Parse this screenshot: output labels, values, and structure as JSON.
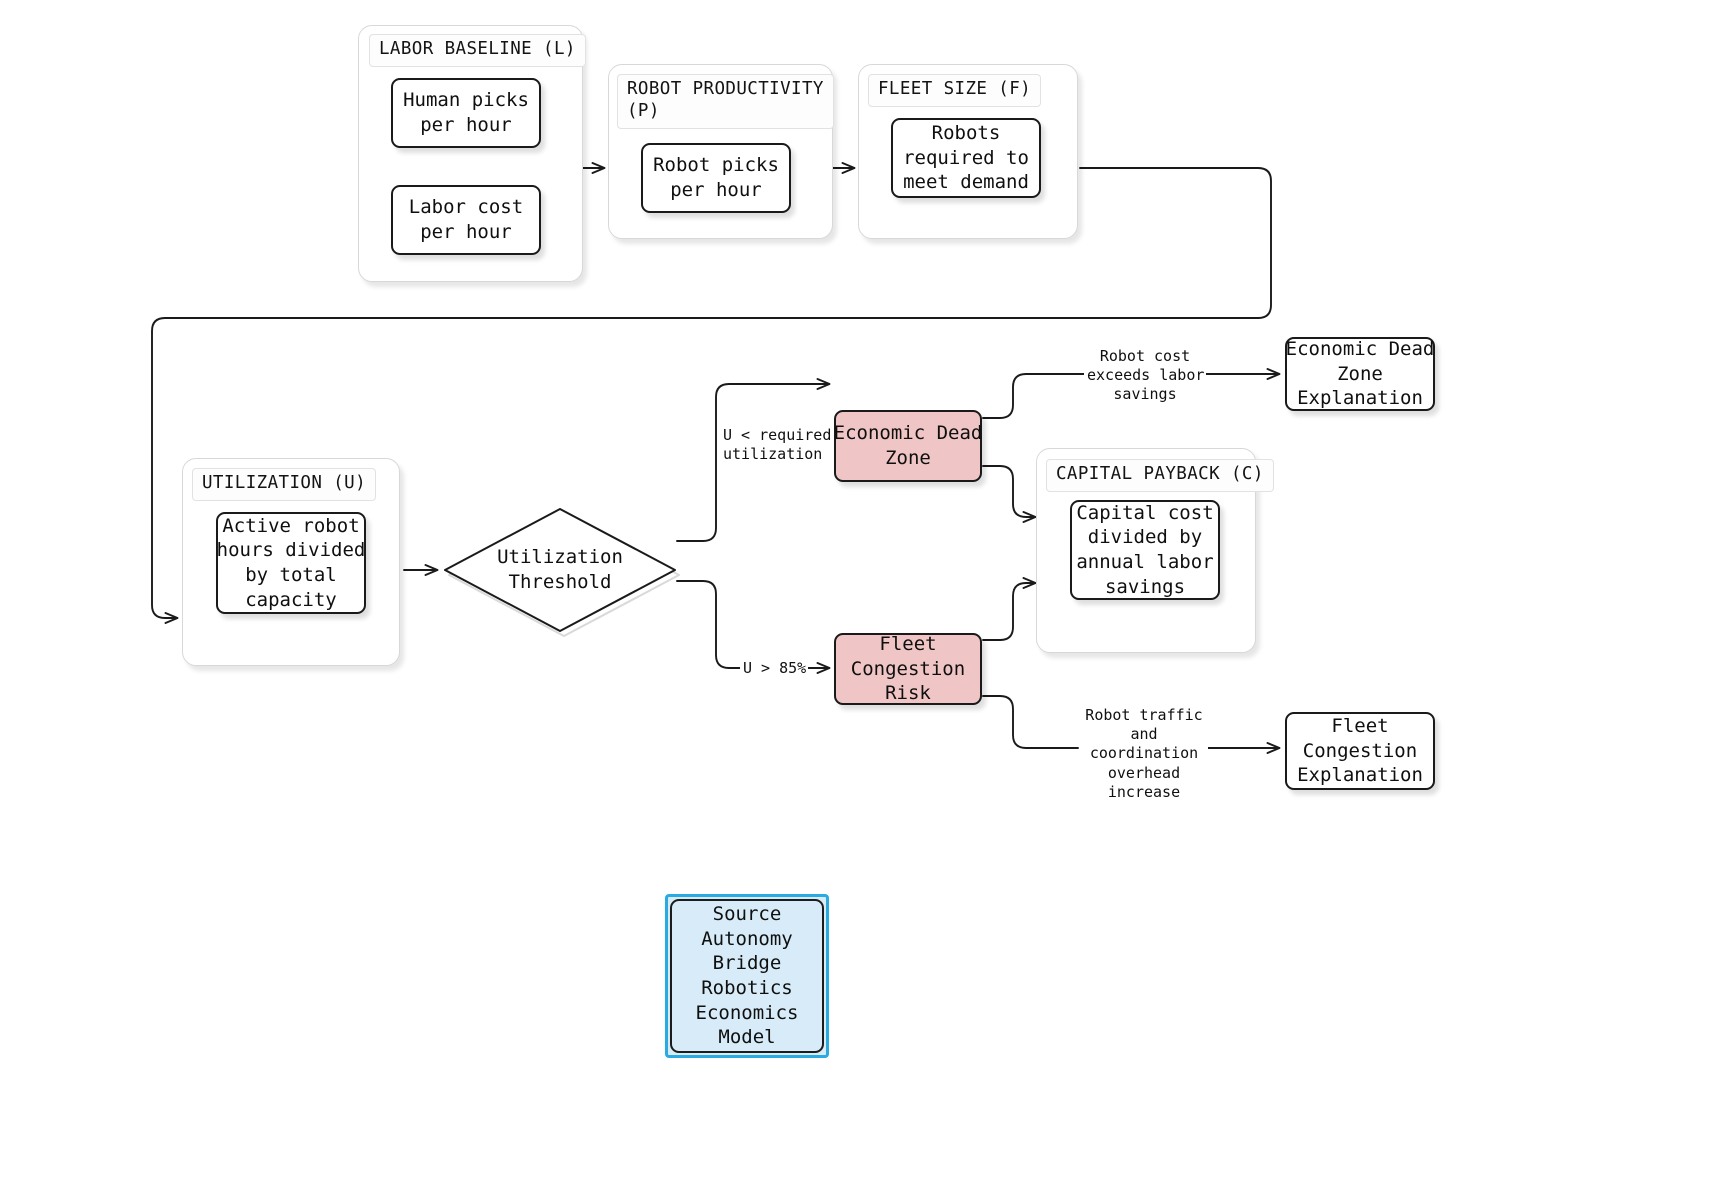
{
  "diagram": {
    "title": "Autonomy Bridge Robotics Economics Model",
    "type": "flowchart",
    "background": "#ffffff",
    "colors": {
      "node_fill": "#ffffff",
      "node_stroke": "#1a1a1a",
      "decision_fill": "#ffffff",
      "risk_fill": "#f0c5c5",
      "source_fill": "#d7ecf8",
      "source_border": "#29aae1",
      "cluster_stroke": "#d8d8d8",
      "edge_stroke": "#1a1a1a"
    }
  },
  "clusters": [
    {
      "id": "labor",
      "label": "LABOR BASELINE (L)"
    },
    {
      "id": "robot",
      "label": "ROBOT PRODUCTIVITY\n(P)"
    },
    {
      "id": "fleet",
      "label": "FLEET SIZE (F)"
    },
    {
      "id": "util",
      "label": "UTILIZATION (U)"
    },
    {
      "id": "capital",
      "label": "CAPITAL PAYBACK (C)"
    }
  ],
  "nodes": [
    {
      "id": "human_picks",
      "label": "Human picks\nper hour",
      "cluster": "labor"
    },
    {
      "id": "labor_cost",
      "label": "Labor cost\nper hour",
      "cluster": "labor"
    },
    {
      "id": "robot_picks",
      "label": "Robot picks\nper hour",
      "cluster": "robot"
    },
    {
      "id": "robots_req",
      "label": "Robots\nrequired to\nmeet demand",
      "cluster": "fleet"
    },
    {
      "id": "active_hours",
      "label": "Active robot\nhours divided\nby total\ncapacity",
      "cluster": "util"
    },
    {
      "id": "threshold",
      "label": "Utilization\nThreshold",
      "shape": "diamond"
    },
    {
      "id": "dead_zone",
      "label": "Economic Dead\nZone",
      "style": "risk"
    },
    {
      "id": "congestion",
      "label": "Fleet\nCongestion\nRisk",
      "style": "risk"
    },
    {
      "id": "capital_cost",
      "label": "Capital cost\ndivided by\nannual labor\nsavings",
      "cluster": "capital"
    },
    {
      "id": "dead_expl",
      "label": "Economic Dead\nZone\nExplanation"
    },
    {
      "id": "congest_expl",
      "label": "Fleet\nCongestion\nExplanation"
    },
    {
      "id": "source",
      "label": "Source\nAutonomy\nBridge\nRobotics\nEconomics\nModel",
      "style": "source"
    }
  ],
  "edge_labels": [
    {
      "id": "lbl_under",
      "text": "U < required\nutilization"
    },
    {
      "id": "lbl_over",
      "text": "U > 85%"
    },
    {
      "id": "lbl_cost",
      "text": "Robot cost\nexceeds labor\nsavings"
    },
    {
      "id": "lbl_traffic",
      "text": "Robot traffic\nand\ncoordination\noverhead\nincrease"
    }
  ]
}
